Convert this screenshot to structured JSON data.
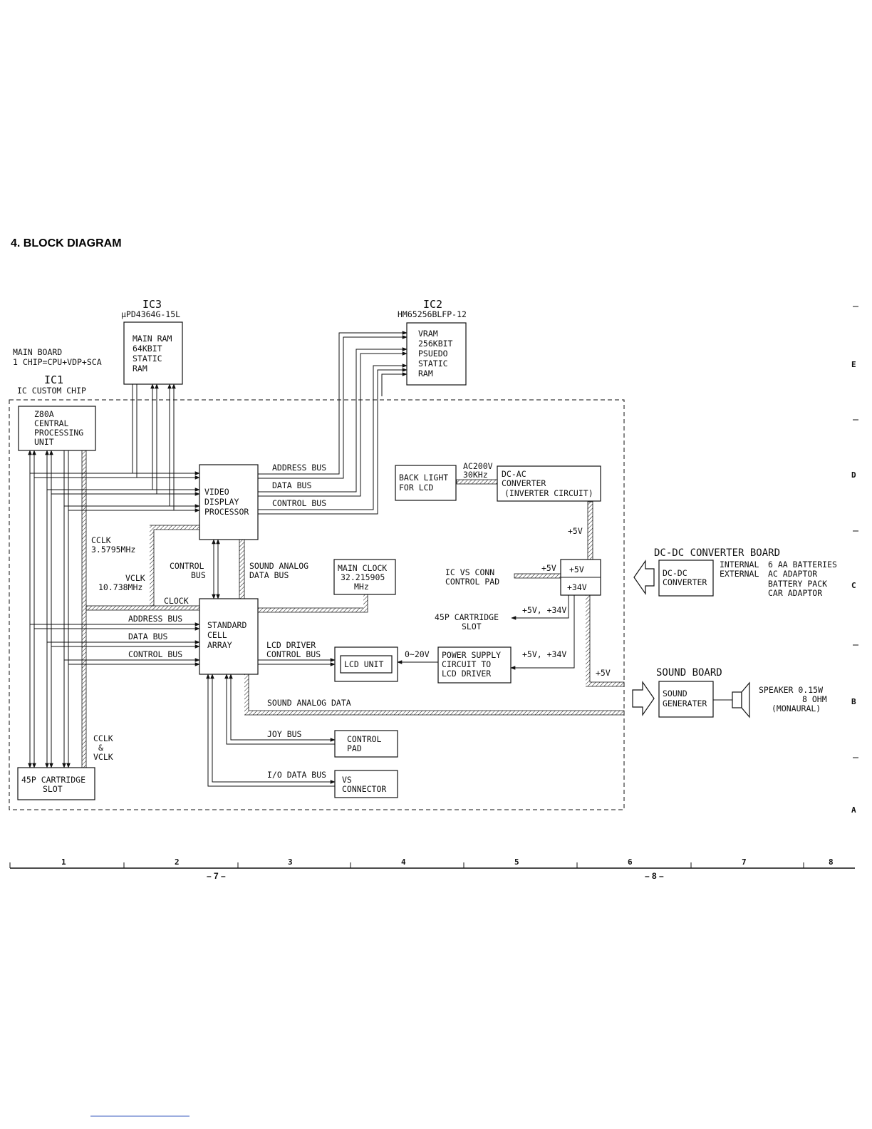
{
  "title": "4. BLOCK DIAGRAM",
  "main_board": {
    "line1": "MAIN BOARD",
    "line2": "1 CHIP=CPU+VDP+SCA"
  },
  "ic1": {
    "name": "IC1",
    "desc": "IC CUSTOM CHIP"
  },
  "ic3": {
    "name": "IC3",
    "part": "µPD4364G-15L",
    "lines": [
      "MAIN RAM",
      "64KBIT",
      "STATIC",
      "RAM"
    ]
  },
  "ic2": {
    "name": "IC2",
    "part": "HM65256BLFP-12",
    "lines": [
      "VRAM",
      "256KBIT",
      "PSUEDO",
      "STATIC",
      "RAM"
    ]
  },
  "cpu": {
    "lines": [
      "Z80A",
      "CENTRAL",
      "PROCESSING",
      "UNIT"
    ]
  },
  "vdp": {
    "lines": [
      "VIDEO",
      "DISPLAY",
      "PROCESSOR"
    ]
  },
  "sca": {
    "lines": [
      "STANDARD",
      "CELL",
      "ARRAY"
    ]
  },
  "backlight": {
    "lines": [
      "BACK LIGHT",
      "FOR LCD"
    ]
  },
  "inverter": {
    "lines": [
      "DC-AC",
      "CONVERTER",
      "(INVERTER CIRCUIT)"
    ]
  },
  "ac200": {
    "line1": "AC200V",
    "line2": "30KHz"
  },
  "main_clock": {
    "lines": [
      "MAIN CLOCK",
      "32.215905",
      "MHz"
    ]
  },
  "reg": {
    "top": "+5V",
    "bottom": "+34V"
  },
  "lcd_unit": "LCD UNIT",
  "power_supply": {
    "lines": [
      "POWER SUPPLY",
      "CIRCUIT TO",
      "LCD DRIVER"
    ]
  },
  "control_pad": {
    "lines": [
      "CONTROL",
      "PAD"
    ]
  },
  "vs_connector": {
    "lines": [
      "VS",
      "CONNECTOR"
    ]
  },
  "cart_slot": {
    "lines": [
      "45P CARTRIDGE",
      "SLOT"
    ]
  },
  "dcdc_board": {
    "title": "DC-DC CONVERTER BOARD",
    "box": [
      "DC-DC",
      "CONVERTER"
    ],
    "internal_label": "INTERNAL",
    "internal": "6 AA BATTERIES",
    "external_label": "EXTERNAL",
    "external": [
      "AC ADAPTOR",
      "BATTERY PACK",
      "CAR ADAPTOR"
    ]
  },
  "sound_board": {
    "title": "SOUND BOARD",
    "box": [
      "SOUND",
      "GENERATER"
    ],
    "speaker": [
      "SPEAKER 0.15W",
      "8 OHM",
      "(MONAURAL)"
    ]
  },
  "buses": {
    "address_bus": "ADDRESS BUS",
    "data_bus": "DATA BUS",
    "control_bus": "CONTROL BUS",
    "cclk": "CCLK",
    "cclk_freq": "3.5795MHz",
    "vclk": "VCLK",
    "vclk_freq": "10.738MHz",
    "clock": "CLOCK",
    "control_bus_v1": "CONTROL",
    "control_bus_v2": "BUS",
    "sound_analog_data_bus1": "SOUND ANALOG",
    "sound_analog_data_bus2": "DATA BUS",
    "lcd_driver_cb1": "LCD DRIVER",
    "lcd_driver_cb2": "CONTROL BUS",
    "sound_analog_data": "SOUND ANALOG DATA",
    "joy_bus": "JOY BUS",
    "io_data_bus": "I/O DATA BUS",
    "cclk_vclk": [
      "CCLK",
      "&",
      "VCLK"
    ],
    "ic_vs_conn": [
      "IC VS CONN",
      "CONTROL PAD"
    ],
    "cart_slot2": [
      "45P CARTRIDGE",
      "SLOT"
    ],
    "plus5v": "+5V",
    "plus5v_34v": "+5V, +34V",
    "zero_20v": "0~20V"
  },
  "grid_rows": [
    "E",
    "D",
    "C",
    "B",
    "A"
  ],
  "grid_cols": [
    "1",
    "2",
    "3",
    "4",
    "5",
    "6",
    "7",
    "8"
  ],
  "page_numbers": {
    "left": "– 7 –",
    "right": "– 8 –"
  }
}
